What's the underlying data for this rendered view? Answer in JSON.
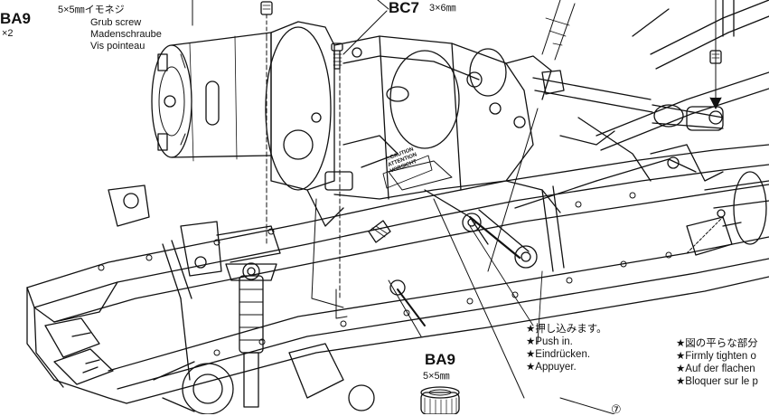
{
  "callouts": {
    "ba9_top": {
      "code": "BA9",
      "qty": "×2"
    },
    "grub_screw": {
      "size_jp": "5×5㎜イモネジ",
      "lines": [
        "Grub screw",
        "Madenschraube",
        "Vis pointeau"
      ]
    },
    "bc7": {
      "code": "BC7",
      "size": "3×6㎜"
    },
    "ba9_bottom": {
      "code": "BA9",
      "size": "5×5㎜"
    }
  },
  "notes": {
    "push_in": {
      "lines": [
        "★押し込みます。",
        "★Push in.",
        "★Eindrücken.",
        "★Appuyer."
      ]
    },
    "tighten": {
      "lines": [
        "★図の平らな部分",
        "★Firmly tighten o",
        "★Auf der flachen",
        "★Bloquer sur le p"
      ]
    }
  },
  "motor_label": {
    "lines": [
      "⚠CAUTION",
      "ATTENTION",
      "VORSICHT"
    ]
  },
  "step_number": "⑦"
}
